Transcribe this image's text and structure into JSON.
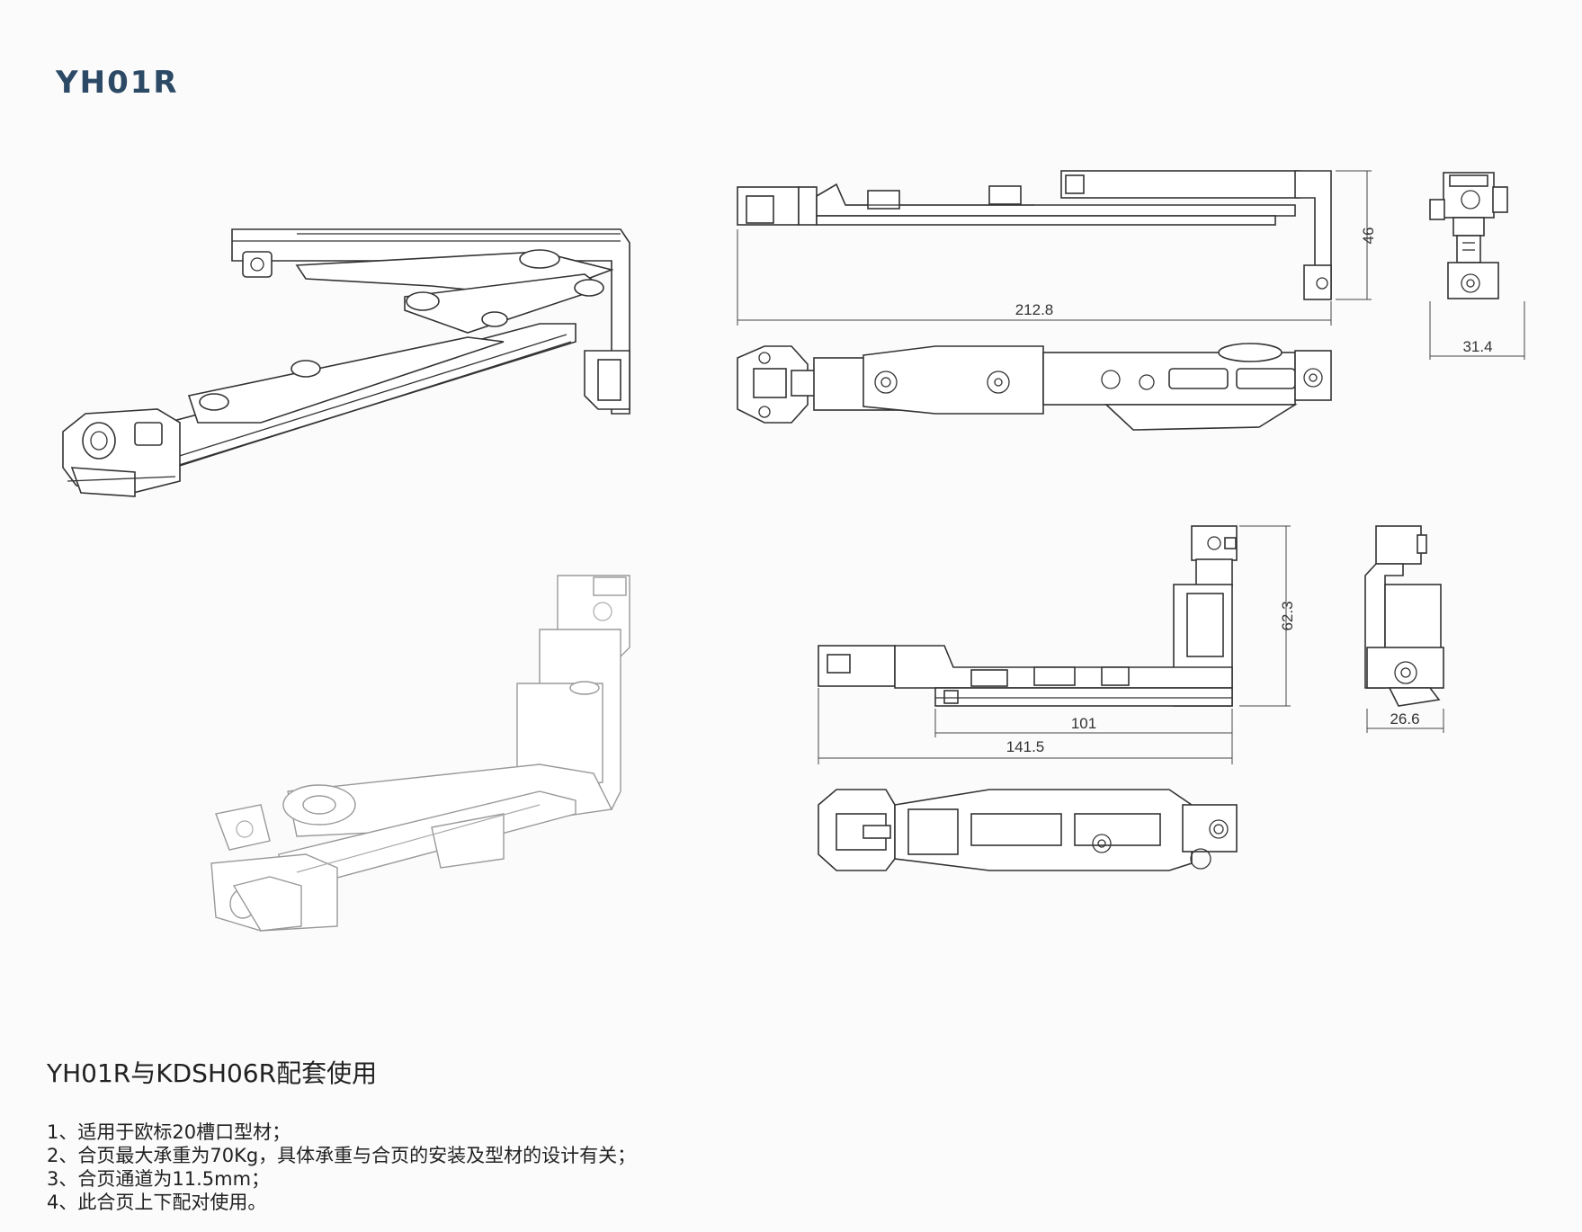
{
  "document": {
    "title": "YH01R",
    "subtitle": "YH01R与KDSH06R配套使用",
    "notes": [
      "1、适用于欧标20槽口型材；",
      "2、合页最大承重为70Kg，具体承重与合页的安装及型材的设计有关；",
      "3、合页通道为11.5mm；",
      "4、此合页上下配对使用。"
    ]
  },
  "dimensions": {
    "top_length": "212.8",
    "top_height": "46",
    "top_side_width": "31.4",
    "bottom_height": "62.3",
    "bottom_inner_length": "101",
    "bottom_length": "141.5",
    "bottom_side_width": "26.6"
  },
  "colors": {
    "title": "#2c4a66",
    "line": "#333333",
    "light_line": "#999999",
    "background": "#fbfbfb"
  }
}
